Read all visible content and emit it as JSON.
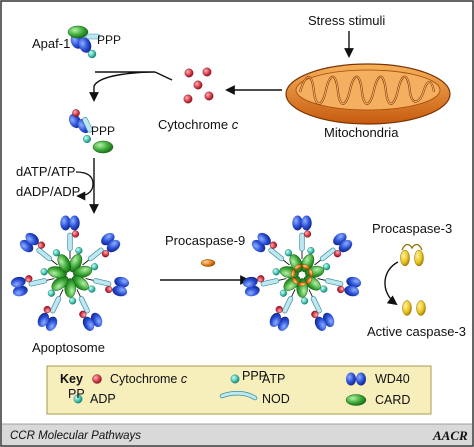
{
  "labels": {
    "stress_stimuli": "Stress stimuli",
    "apaf1": "Apaf-1",
    "cytochrome": "Cytochrome ",
    "cytochrome_c": "c",
    "mitochondria": "Mitochondria",
    "datp_atp": "dATP/ATP",
    "dadp_adp": "dADP/ADP",
    "procaspase9": "Procaspase-9",
    "procaspase3": "Procaspase-3",
    "active_caspase3": "Active caspase-3",
    "apoptosome": "Apoptosome",
    "ppp": "PPP",
    "pp": "PP"
  },
  "key": {
    "title": "Key",
    "cytochrome": "Cytochrome ",
    "cytochrome_c": "c",
    "atp": "ATP",
    "wd40": "WD40",
    "adp": "ADP",
    "nod": "NOD",
    "card": "CARD",
    "ppp_tag": "PPP",
    "pp_tag": "PP"
  },
  "footer": {
    "left": "CCR Molecular Pathways",
    "right": "AACR"
  },
  "colors": {
    "frame": "#333333",
    "key_bg": "#f6eebb",
    "footer_bg": "#d9d9d9",
    "wd40": "#2a4fd6",
    "card": "#3aa835",
    "nod": "#bfe7ef",
    "cytochrome": "#d93a4a",
    "atp": "#48c4b2",
    "procaspase": "#e8c21a",
    "procaspase9": "#e07a10",
    "mito_outer": "#e2731b",
    "mito_inner": "#f3a64a"
  }
}
